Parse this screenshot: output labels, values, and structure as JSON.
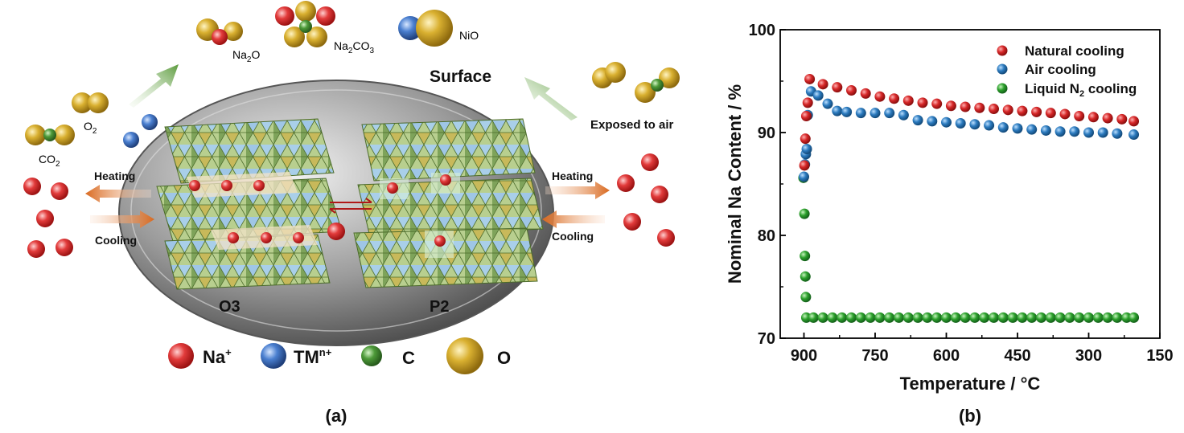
{
  "panel_a": {
    "caption": "(a)",
    "molecules": {
      "na2o": "Na",
      "na2o_sub": "2",
      "na2o_tail": "O",
      "na2co3": "Na",
      "na2co3_sub": "2",
      "na2co3_mid": "CO",
      "na2co3_sub2": "3",
      "nio": "NiO",
      "o2": "O",
      "o2_sub": "2",
      "co2": "CO",
      "co2_sub": "2"
    },
    "surface": "Surface",
    "exposed": "Exposed to air",
    "heating_left": "Heating",
    "cooling_left": "Cooling",
    "heating_right": "Heating",
    "cooling_right": "Cooling",
    "phase_o3": "O3",
    "phase_p2": "P2",
    "legend": {
      "na": "Na",
      "na_sup": "+",
      "tm": "TM",
      "tm_sup": "n+",
      "c": "C",
      "o": "O"
    },
    "colors": {
      "na": "#d62728",
      "tm": "#3a6fb5",
      "c": "#3f8a2f",
      "o": "#c9a227"
    }
  },
  "panel_b": {
    "caption": "(b)",
    "legend_natural": "Natural cooling",
    "legend_air": "Air cooling",
    "legend_liquid": "Liquid N",
    "legend_liquid_sub": "2",
    "legend_liquid_tail": " cooling"
  },
  "chart_data": {
    "type": "scatter",
    "xlabel": "Temperature / °C",
    "ylabel": "Nominal Na Content / %",
    "xlim": [
      950,
      150
    ],
    "ylim": [
      70,
      100
    ],
    "xticks": [
      900,
      750,
      600,
      450,
      300,
      150
    ],
    "yticks": [
      70,
      80,
      90,
      100
    ],
    "legend_position": "top-right",
    "series": [
      {
        "name": "Natural cooling",
        "color": "#d62728",
        "x": [
          899,
          897,
          895,
          892,
          888,
          860,
          830,
          800,
          770,
          740,
          710,
          680,
          650,
          620,
          590,
          560,
          530,
          500,
          470,
          440,
          410,
          380,
          350,
          320,
          290,
          260,
          230,
          205
        ],
        "y": [
          86.8,
          89.4,
          91.6,
          92.9,
          95.2,
          94.7,
          94.4,
          94.1,
          93.8,
          93.5,
          93.3,
          93.1,
          92.9,
          92.8,
          92.6,
          92.5,
          92.4,
          92.3,
          92.2,
          92.1,
          92.0,
          91.9,
          91.8,
          91.6,
          91.5,
          91.4,
          91.3,
          91.1
        ]
      },
      {
        "name": "Air cooling",
        "color": "#2c7bbf",
        "x": [
          900,
          898,
          896,
          894,
          892,
          885,
          870,
          850,
          830,
          810,
          780,
          750,
          720,
          690,
          660,
          630,
          600,
          570,
          540,
          510,
          480,
          450,
          420,
          390,
          360,
          330,
          300,
          270,
          240,
          205
        ],
        "y": [
          85.7,
          86.9,
          87.9,
          88.4,
          91.7,
          94.0,
          93.6,
          92.8,
          92.1,
          92.0,
          91.9,
          91.9,
          91.9,
          91.7,
          91.2,
          91.1,
          91.0,
          90.9,
          90.8,
          90.7,
          90.5,
          90.4,
          90.3,
          90.2,
          90.1,
          90.1,
          90.0,
          90.0,
          89.9,
          89.8
        ]
      },
      {
        "name": "Liquid N2 cooling",
        "color": "#2ca02c",
        "x": [
          901,
          899,
          898,
          897,
          896,
          895,
          880,
          860,
          840,
          820,
          800,
          780,
          760,
          740,
          720,
          700,
          680,
          660,
          640,
          620,
          600,
          580,
          560,
          540,
          520,
          500,
          480,
          460,
          440,
          420,
          400,
          380,
          360,
          340,
          320,
          300,
          280,
          260,
          240,
          220,
          205
        ],
        "y": [
          85.6,
          82.1,
          78.0,
          76.0,
          74.0,
          72.0,
          72.0,
          72.0,
          72.0,
          72.0,
          72.0,
          72.0,
          72.0,
          72.0,
          72.0,
          72.0,
          72.0,
          72.0,
          72.0,
          72.0,
          72.0,
          72.0,
          72.0,
          72.0,
          72.0,
          72.0,
          72.0,
          72.0,
          72.0,
          72.0,
          72.0,
          72.0,
          72.0,
          72.0,
          72.0,
          72.0,
          72.0,
          72.0,
          72.0,
          72.0,
          72.0
        ]
      }
    ]
  }
}
